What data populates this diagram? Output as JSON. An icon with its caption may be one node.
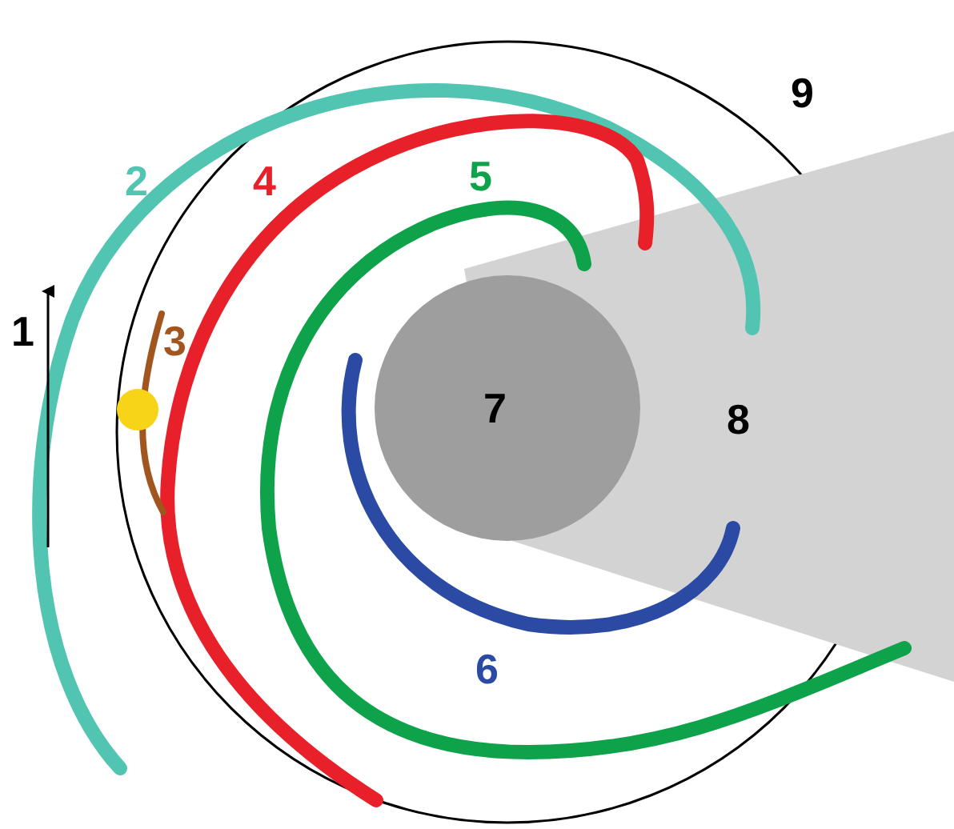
{
  "diagram": {
    "nodes": [
      {
        "text": [
          "9"
        ]
      },
      {
        "text": [
          "8"
        ]
      },
      {
        "text": [
          "7"
        ],
        "in": 0
      }
    ],
    "labels": [
      "2",
      "4",
      "5",
      "1",
      "3",
      "6"
    ]
  }
}
